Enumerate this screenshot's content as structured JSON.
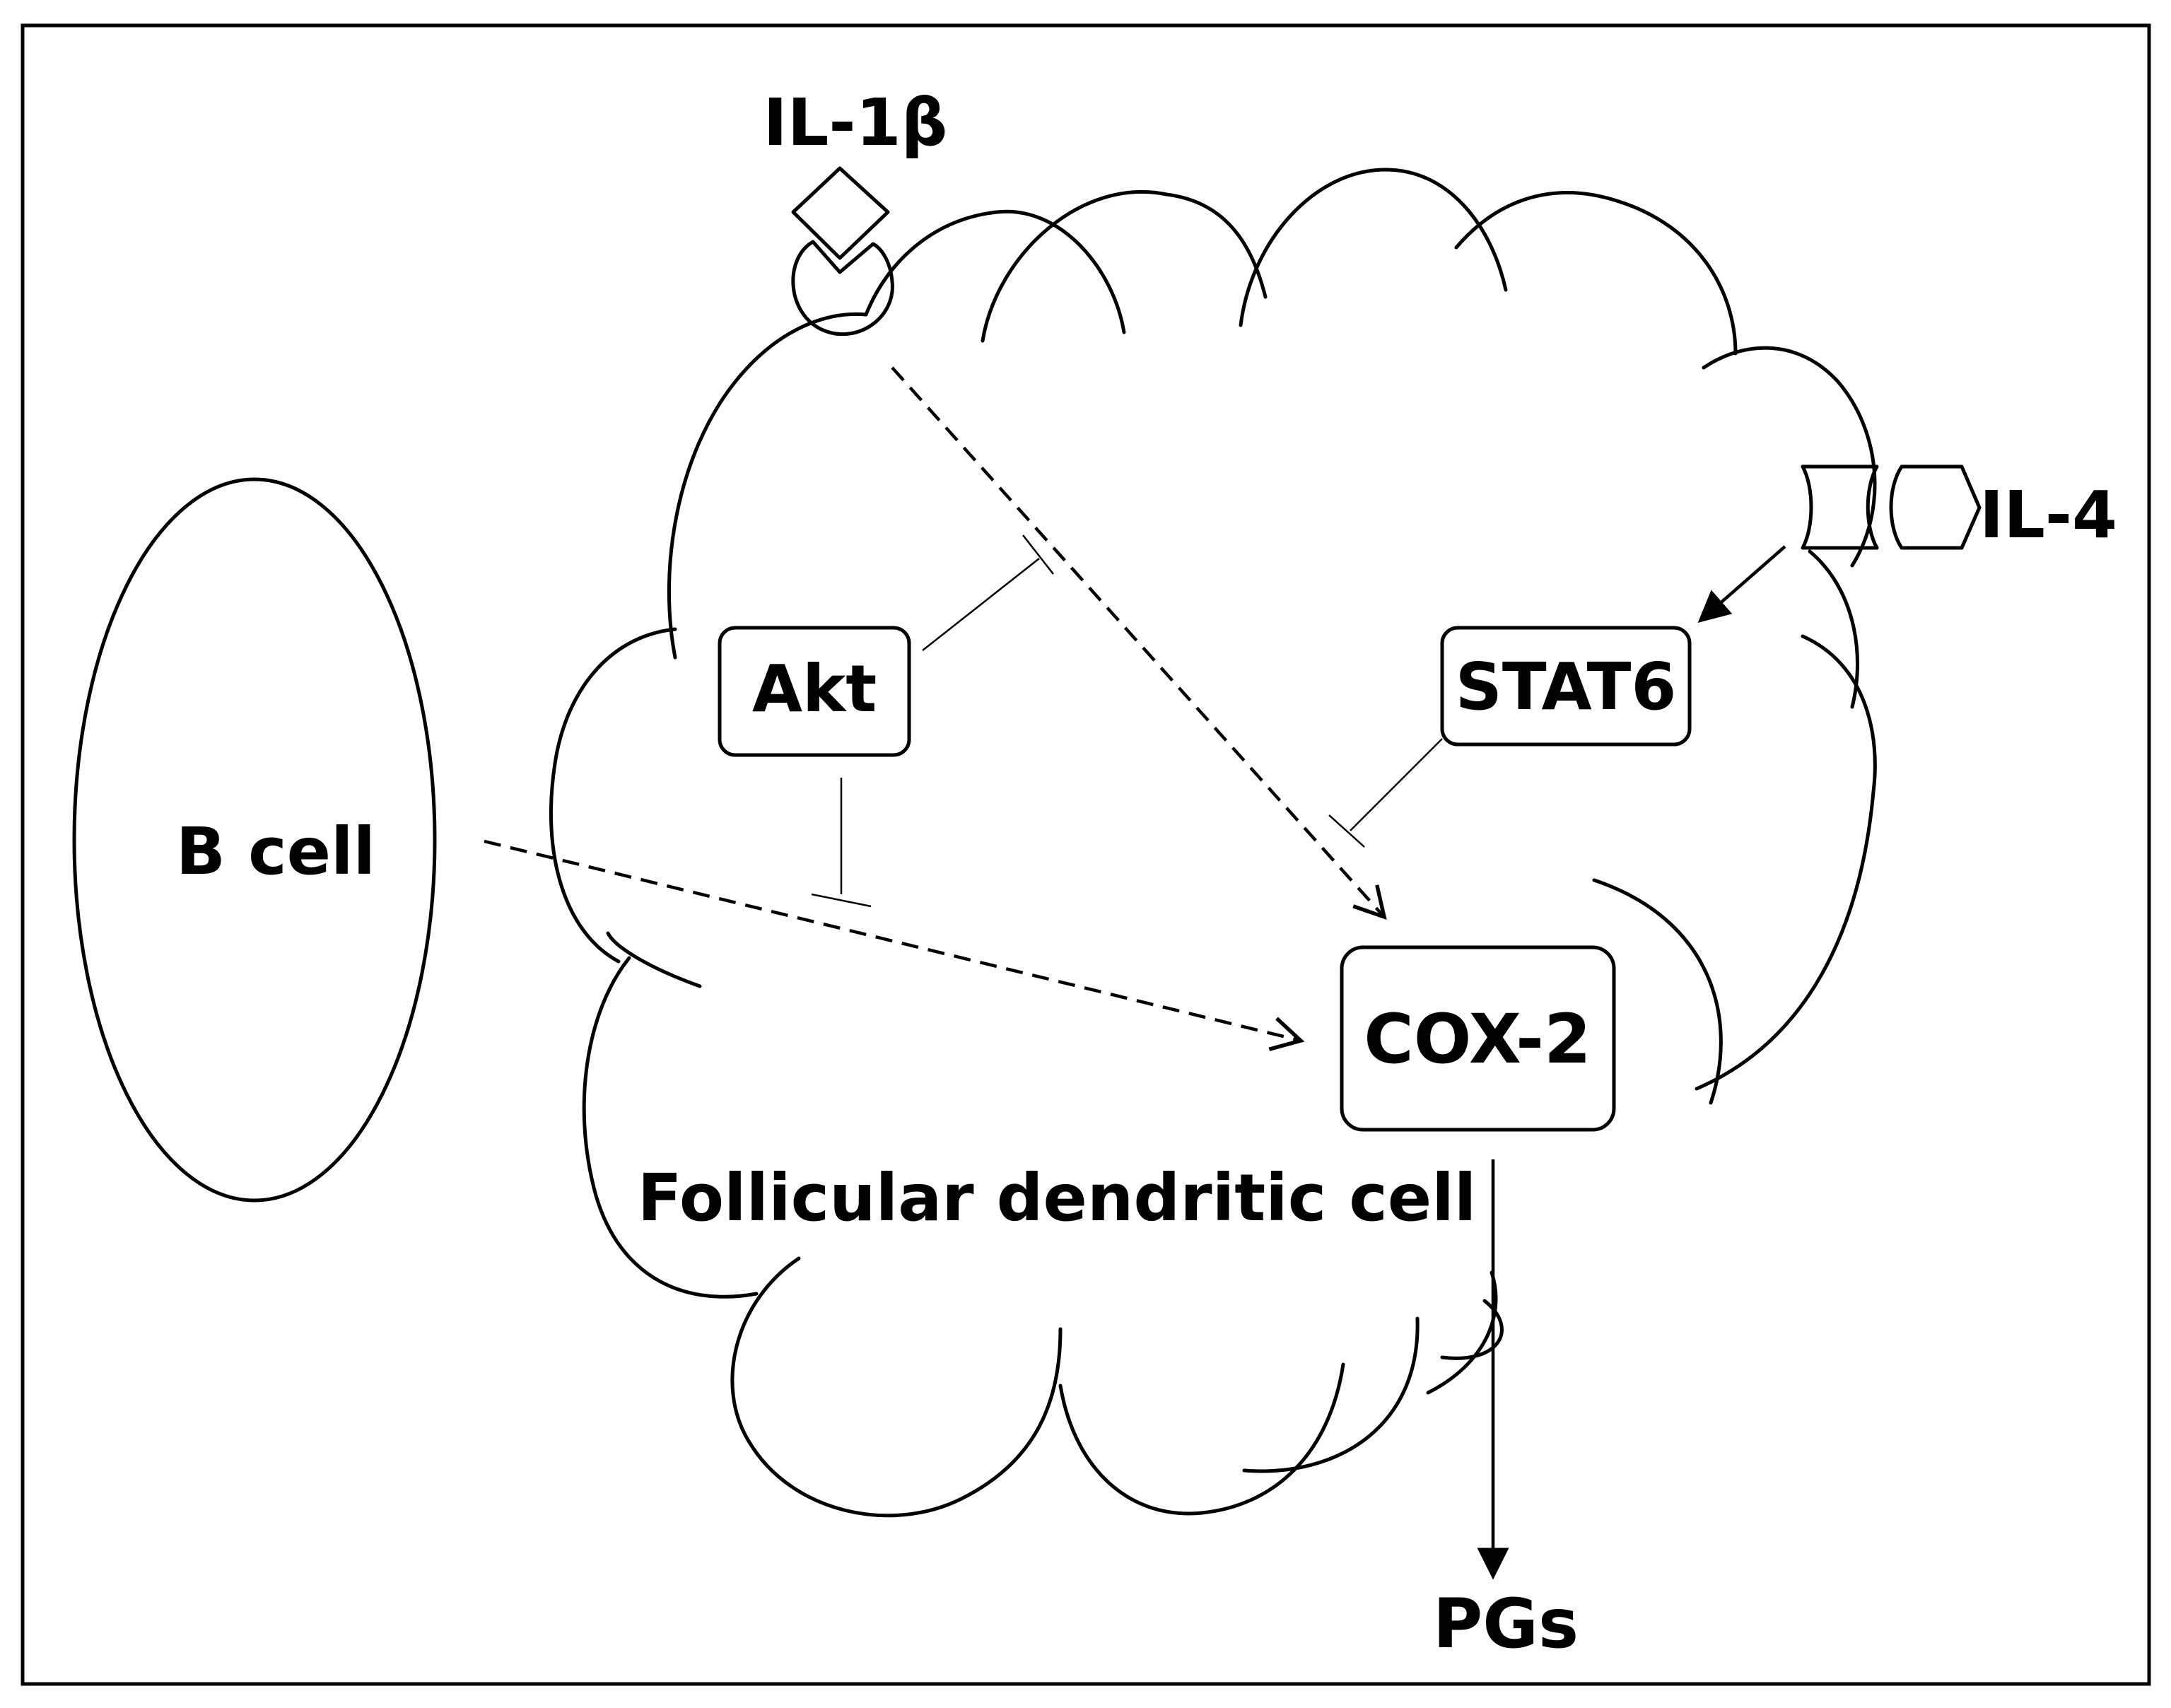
{
  "ligands": {
    "il1b": "IL-1β",
    "il4": "IL-4"
  },
  "cells": {
    "b_cell": "B cell",
    "fdc": "Follicular dendritic cell"
  },
  "nodes": {
    "akt": "Akt",
    "stat6": "STAT6",
    "cox2": "COX-2",
    "pgs": "PGs"
  },
  "relations": [
    {
      "from": "IL-1β receptor",
      "to": "COX-2",
      "type": "activation",
      "style": "dashed"
    },
    {
      "from": "B cell",
      "to": "COX-2",
      "type": "activation",
      "style": "dashed"
    },
    {
      "from": "Akt",
      "to": "IL-1β → COX-2",
      "type": "inhibition"
    },
    {
      "from": "Akt",
      "to": "B cell → COX-2",
      "type": "inhibition"
    },
    {
      "from": "STAT6",
      "to": "IL-1β → COX-2",
      "type": "inhibition"
    },
    {
      "from": "IL-4 receptor",
      "to": "STAT6",
      "type": "activation",
      "style": "solid"
    },
    {
      "from": "COX-2",
      "to": "PGs",
      "type": "activation",
      "style": "solid"
    }
  ],
  "colors": {
    "line": "#000000",
    "background": "#ffffff"
  }
}
